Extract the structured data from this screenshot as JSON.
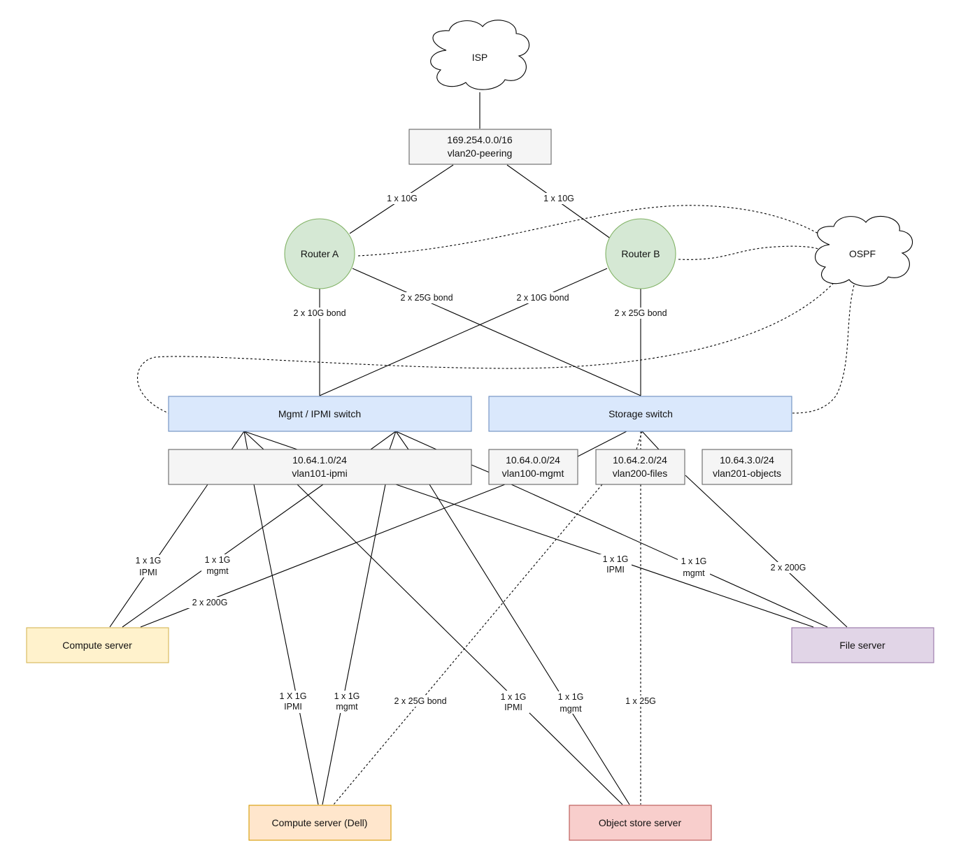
{
  "nodes": {
    "isp": "ISP",
    "ospf": "OSPF",
    "peering_subnet": {
      "line1": "169.254.0.0/16",
      "line2": "vlan20-peering"
    },
    "router_a": "Router A",
    "router_b": "Router B",
    "mgmt_switch": "Mgmt / IPMI switch",
    "storage_switch": "Storage switch",
    "vlan101": {
      "line1": "10.64.1.0/24",
      "line2": "vlan101-ipmi"
    },
    "vlan100": {
      "line1": "10.64.0.0/24",
      "line2": "vlan100-mgmt"
    },
    "vlan200": {
      "line1": "10.64.2.0/24",
      "line2": "vlan200-files"
    },
    "vlan201": {
      "line1": "10.64.3.0/24",
      "line2": "vlan201-objects"
    },
    "compute_server": "Compute server",
    "file_server": "File server",
    "compute_dell": "Compute server (Dell)",
    "object_store": "Object store server"
  },
  "links": {
    "peer_router_a": "1 x 10G",
    "peer_router_b": "1 x 10G",
    "router_a_mgmt": "2 x 10G bond",
    "router_a_storage": "2 x 25G bond",
    "router_b_mgmt": "2 x 10G bond",
    "router_b_storage": "2 x 25G bond",
    "compute_ipmi": {
      "line1": "1 x 1G",
      "line2": "IPMI"
    },
    "compute_mgmt": {
      "line1": "1 x 1G",
      "line2": "mgmt"
    },
    "compute_storage": "2 x 200G",
    "file_ipmi": {
      "line1": "1 x 1G",
      "line2": "IPMI"
    },
    "file_mgmt": {
      "line1": "1 x 1G",
      "line2": "mgmt"
    },
    "file_storage": "2 x 200G",
    "dell_ipmi": {
      "line1": "1 X 1G",
      "line2": "IPMI"
    },
    "dell_mgmt": {
      "line1": "1 x 1G",
      "line2": "mgmt"
    },
    "dell_storage": "2 x 25G bond",
    "object_ipmi": {
      "line1": "1 x 1G",
      "line2": "IPMI"
    },
    "object_mgmt": {
      "line1": "1 x 1G",
      "line2": "mgmt"
    },
    "object_storage": "1 x 25G"
  },
  "colors": {
    "router_fill": "#d5e8d4",
    "router_stroke": "#82b366",
    "switch_fill": "#dae8fc",
    "switch_stroke": "#6c8ebf",
    "subnet_fill": "#f5f5f5",
    "subnet_stroke": "#666666",
    "compute_fill": "#fff2cc",
    "compute_stroke": "#d6b656",
    "file_fill": "#e1d5e7",
    "file_stroke": "#9673a6",
    "dell_fill": "#ffe6cc",
    "dell_stroke": "#d79b00",
    "object_fill": "#f8cecc",
    "object_stroke": "#b85450"
  }
}
